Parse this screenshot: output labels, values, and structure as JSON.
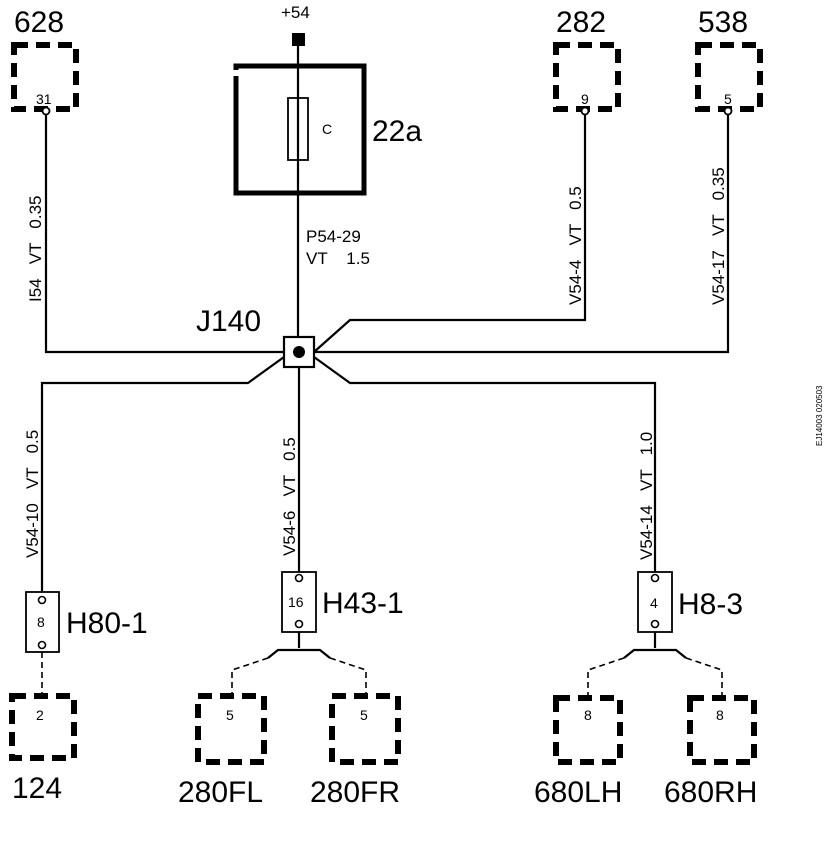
{
  "fuse": {
    "supply": "+54",
    "label": "22a",
    "fuse_letter": "C"
  },
  "junction": {
    "label": "J140"
  },
  "main_wire": {
    "name": "P54-29",
    "color_size": "VT    1.5"
  },
  "connectors": {
    "c628": {
      "label": "628",
      "pin": "31"
    },
    "c282": {
      "label": "282",
      "pin": "9"
    },
    "c538": {
      "label": "538",
      "pin": "5"
    },
    "c124": {
      "label": "124",
      "pin": "2"
    },
    "c280fl": {
      "label": "280FL",
      "pin": "5"
    },
    "c280fr": {
      "label": "280FR",
      "pin": "5"
    },
    "c680lh": {
      "label": "680LH",
      "pin": "8"
    },
    "c680rh": {
      "label": "680RH",
      "pin": "8"
    }
  },
  "splices": {
    "h80": {
      "label": "H80-1",
      "pin": "8"
    },
    "h43": {
      "label": "H43-1",
      "pin": "16"
    },
    "h8": {
      "label": "H8-3",
      "pin": "4"
    }
  },
  "wires": {
    "i54": "I54   VT   0.35",
    "v54_4": "V54-4   VT   0.5",
    "v54_17": "V54-17   VT   0.35",
    "v54_10": "V54-10   VT   0.5",
    "v54_6": "V54-6   VT   0.5",
    "v54_14": "V54-14   VT   1.0"
  },
  "side_code": "EJ14003 020503"
}
